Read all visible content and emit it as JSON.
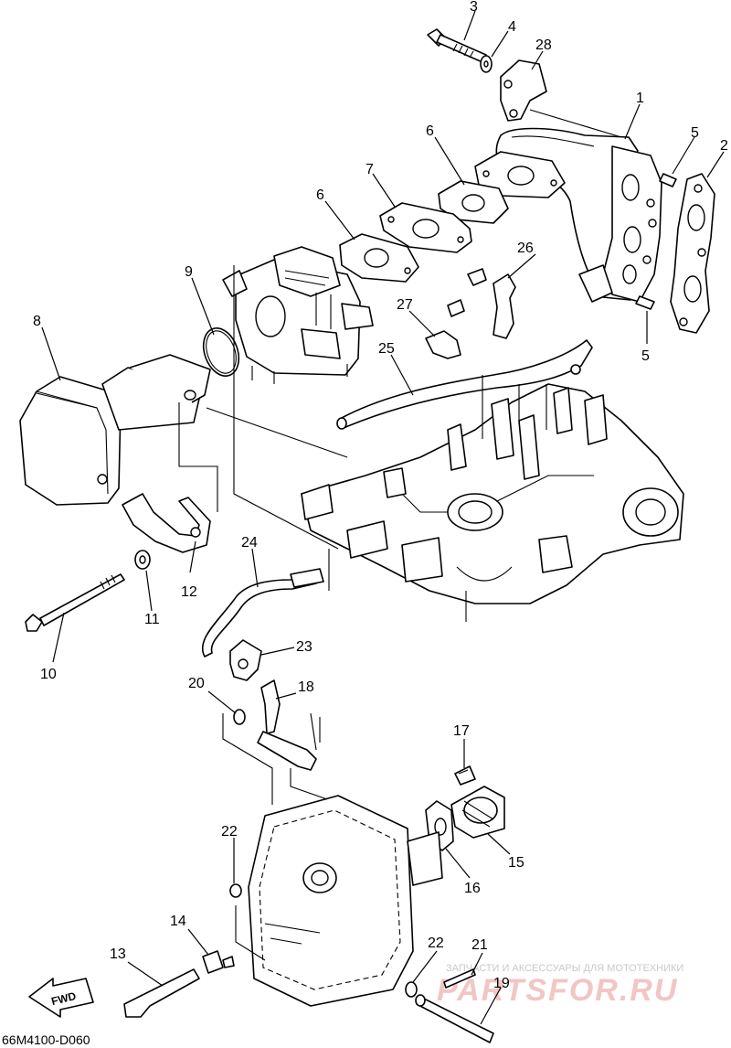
{
  "diagram_code": "66M4100-D060",
  "direction_marker": "FWD",
  "watermark": {
    "tagline": "ЗАПЧАСТИ И АКСЕССУАРЫ ДЛЯ МОТОТЕХНИКИ",
    "brand": "PARTSFOR.RU"
  },
  "callouts": {
    "c1": "1",
    "c2": "2",
    "c3": "3",
    "c4": "4",
    "c5a": "5",
    "c5b": "5",
    "c6a": "6",
    "c6b": "6",
    "c7": "7",
    "c8": "8",
    "c9": "9",
    "c10": "10",
    "c11": "11",
    "c12": "12",
    "c13": "13",
    "c14": "14",
    "c15": "15",
    "c16": "16",
    "c17": "17",
    "c18": "18",
    "c19": "19",
    "c20": "20",
    "c21": "21",
    "c22a": "22",
    "c22b": "22",
    "c23": "23",
    "c24": "24",
    "c25": "25",
    "c26": "26",
    "c27": "27",
    "c28": "28"
  }
}
